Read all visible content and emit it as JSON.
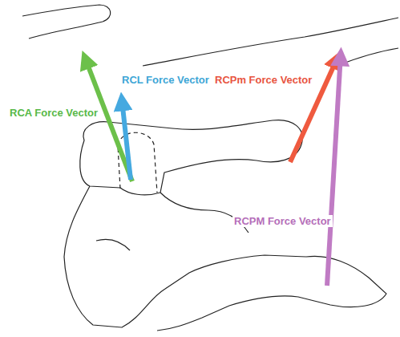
{
  "diagram": {
    "labels": [
      "RCL Force Vector",
      "RCA Force Vector",
      "RCPm Force Vector",
      "RCPM Force Vector"
    ]
  }
}
